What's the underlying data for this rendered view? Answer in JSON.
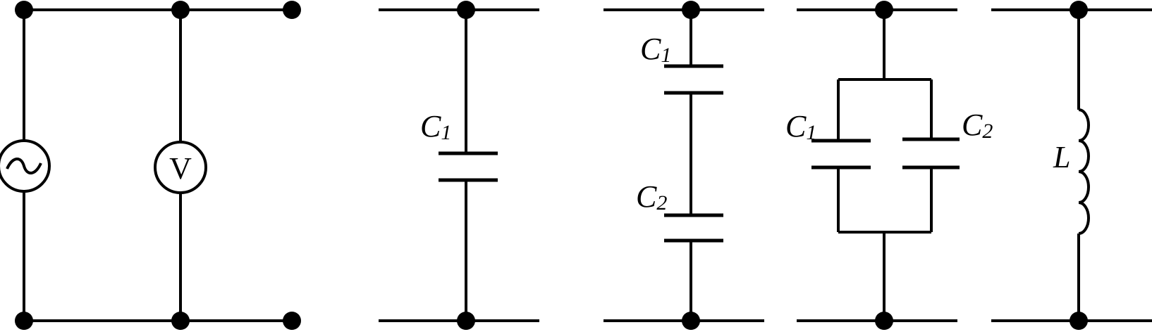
{
  "colors": {
    "ink": "#000000",
    "background": "#ffffff"
  },
  "icons": {
    "ac_source": "ac-source-icon (circle with tilde)",
    "voltmeter": "voltmeter-icon (circle with letter V)"
  },
  "source_panel": {
    "ac_symbol": "~",
    "voltmeter_letter": "V"
  },
  "panel_single_capacitor": {
    "c1": {
      "main": "C",
      "sub": "1"
    }
  },
  "panel_series_capacitors": {
    "c1": {
      "main": "C",
      "sub": "1"
    },
    "c2": {
      "main": "C",
      "sub": "2"
    }
  },
  "panel_parallel_capacitors": {
    "c1": {
      "main": "C",
      "sub": "1"
    },
    "c2": {
      "main": "C",
      "sub": "2"
    }
  },
  "panel_inductor": {
    "l": {
      "main": "L"
    }
  }
}
